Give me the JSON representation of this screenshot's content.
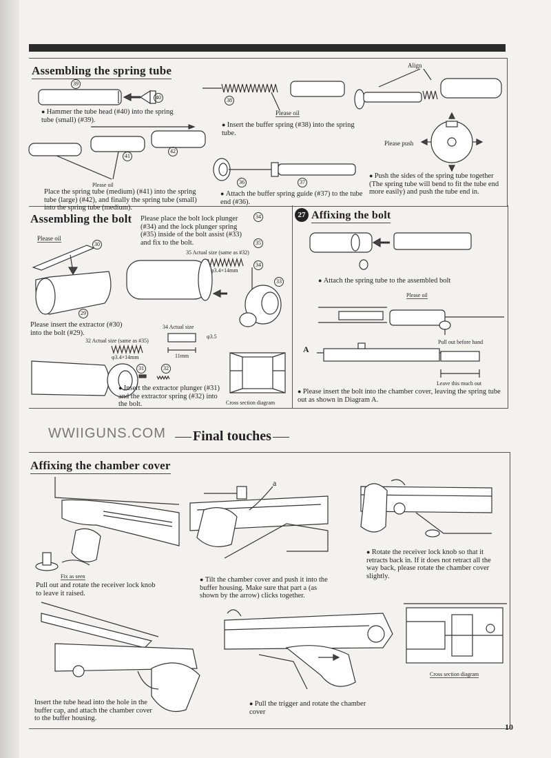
{
  "page_number": "10",
  "watermark": "WWIIGUNS.COM",
  "final_touches": "Final touches",
  "spring_tube": {
    "title": "Assembling the spring tube",
    "step1": "Hammer the tube head (#40) into the spring tube (small) (#39).",
    "step2_oil": "Please oil",
    "step2": "Place the spring tube (medium) (#41) into the spring tube (large) (#42), and finally the spring tube (small) into the spring tube (medium).",
    "step3_oil": "Please oil",
    "step3": "Insert the buffer spring (#38) into the spring tube.",
    "step4": "Attach the buffer spring guide (#37) to the tube end (#36).",
    "align": "Align",
    "please_push": "Please push",
    "step5": "Push the sides of the spring tube together (The spring tube will bend to fit the tube end more easily) and push the tube end in.",
    "nums": {
      "n39": "39",
      "n40": "40",
      "n41": "41",
      "n42": "42",
      "n38": "38",
      "n36": "36",
      "n37": "37"
    }
  },
  "bolt": {
    "title": "Assembling the bolt",
    "oil": "Please oil",
    "plunger_text": "Please place the bolt lock plunger (#34) and the lock plunger spring (#35) inside of the bolt assist (#33) and fix to the bolt.",
    "actual_35": "Actual size (same as #32)",
    "spring_size": "φ3.4×14mm",
    "actual_34": "Actual size",
    "dia": "φ3.5",
    "len": "11mm",
    "actual_32": "Actual size (same as #35)",
    "spring_size2": "φ3.4×14mm",
    "extractor_text": "Please insert the extractor (#30) into the bolt (#29).",
    "plunger2_text": "Insert the extractor plunger (#31) and the extractor spring (#32) into the bolt.",
    "cross": "Cross section diagram",
    "nums": {
      "n30": "30",
      "n29": "29",
      "n34": "34",
      "n35": "35",
      "n33": "33",
      "n31": "31",
      "n32": "32",
      "n35b": "35",
      "n34b": "34",
      "n32b": "32"
    }
  },
  "affix_bolt": {
    "badge": "27",
    "title": "Affixing the bolt",
    "step1": "Attach the spring tube to the assembled bolt",
    "oil": "Please oil",
    "pull_out": "Pull out before hand",
    "a_label": "A",
    "leave": "Leave this much out",
    "step2": "Please insert the bolt into the chamber cover, leaving the spring tube out as shown in Diagram A."
  },
  "chamber": {
    "title": "Affixing the chamber cover",
    "fix": "Fix as seen",
    "step1": "Pull out and rotate the receiver lock knob to leave it raised.",
    "a_label": "a",
    "step2": "Tilt the chamber cover and push it into the buffer housing. Make sure that part a (as shown by the arrow) clicks together.",
    "step3": "Rotate the receiver lock knob so that it retracts back in. If it does not retract all the way back, please rotate the chamber cover slightly.",
    "step4": "Insert the tube head into the hole in the buffer cap, and attach the chamber cover to the buffer housing.",
    "step5": "Pull the trigger and rotate the chamber cover",
    "cross": "Cross section diagram"
  }
}
